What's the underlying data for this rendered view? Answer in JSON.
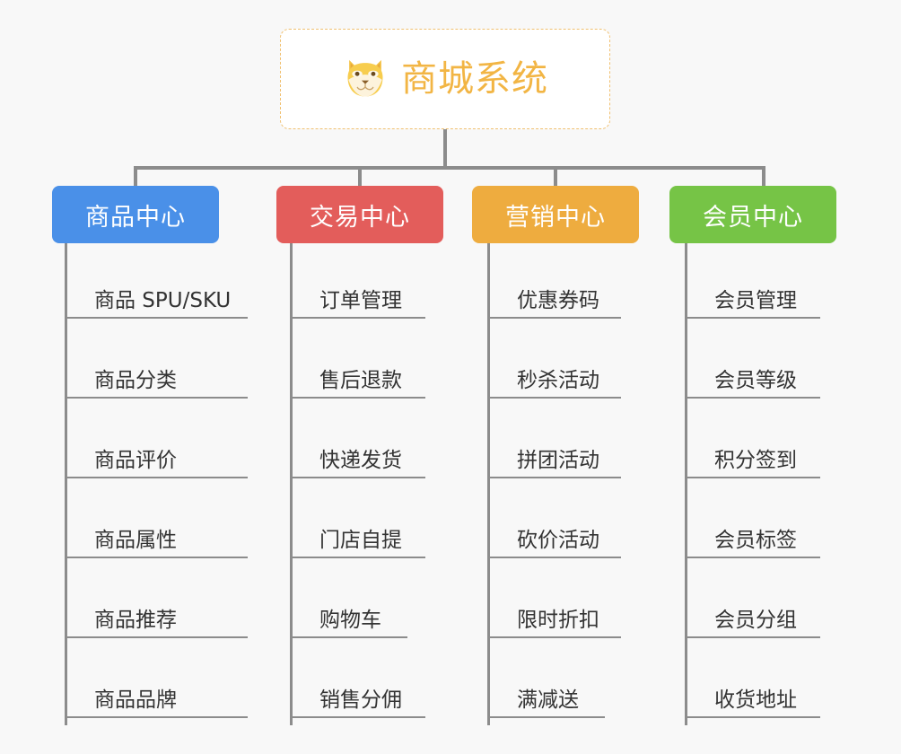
{
  "root": {
    "title": "商城系统",
    "icon": "shiba-inu-face-icon",
    "border_color": "#f0c070",
    "text_color": "#f2b544",
    "background": "#ffffff"
  },
  "canvas": {
    "background": "#f8f8f8",
    "connector_color": "#8c8c8c"
  },
  "columns": [
    {
      "label": "商品中心",
      "color": "#4a90e8",
      "items": [
        "商品 SPU/SKU",
        "商品分类",
        "商品评价",
        "商品属性",
        "商品推荐",
        "商品品牌"
      ]
    },
    {
      "label": "交易中心",
      "color": "#e35d5b",
      "items": [
        "订单管理",
        "售后退款",
        "快递发货",
        "门店自提",
        "购物车",
        "销售分佣"
      ]
    },
    {
      "label": "营销中心",
      "color": "#eeac3f",
      "items": [
        "优惠券码",
        "秒杀活动",
        "拼团活动",
        "砍价活动",
        "限时折扣",
        "满减送"
      ]
    },
    {
      "label": "会员中心",
      "color": "#76c446",
      "items": [
        "会员管理",
        "会员等级",
        "积分签到",
        "会员标签",
        "会员分组",
        "收货地址"
      ]
    }
  ]
}
